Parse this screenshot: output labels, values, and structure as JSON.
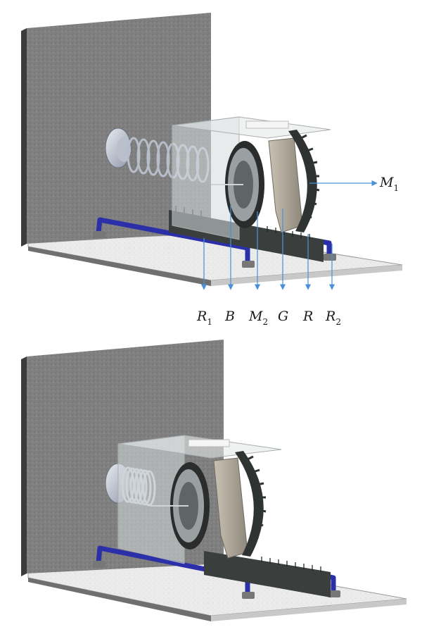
{
  "figure": {
    "panels": [
      {
        "id": "top",
        "state": "extended"
      },
      {
        "id": "bottom",
        "state": "compressed"
      }
    ],
    "labels": {
      "M1": {
        "base": "M",
        "sub": "1"
      },
      "R1": {
        "base": "R",
        "sub": "1"
      },
      "B": {
        "base": "B",
        "sub": ""
      },
      "M2": {
        "base": "M",
        "sub": "2"
      },
      "G": {
        "base": "G",
        "sub": ""
      },
      "R": {
        "base": "R",
        "sub": ""
      },
      "R2": {
        "base": "R",
        "sub": "2"
      }
    },
    "colors": {
      "wall": "#7d7d7d",
      "rail": "#2b2fa8",
      "rack": "#3a3f3d",
      "gear": "#2f3432",
      "pointer": "#4a90d9",
      "box": "#d6dadc"
    }
  }
}
